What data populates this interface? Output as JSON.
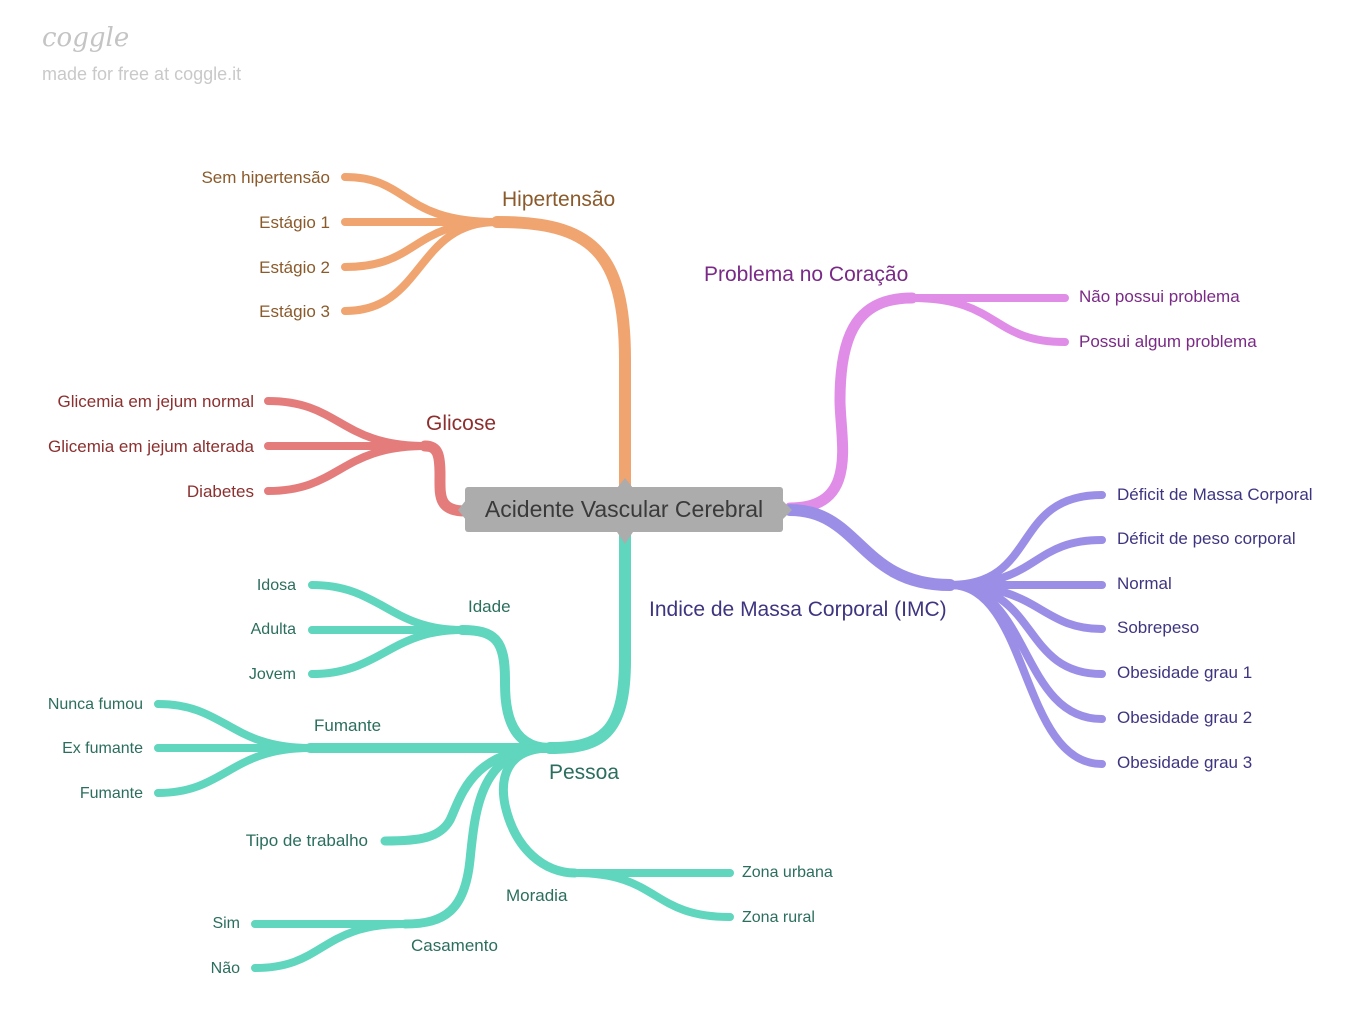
{
  "watermark": {
    "logo": "coggle",
    "tagline": "made for free at coggle.it"
  },
  "root": "Acidente Vascular Cerebral",
  "branches": {
    "hipertensao": {
      "label": "Hipertensão",
      "color": "#f0a46f",
      "text_color": "#8a5a2b",
      "children": [
        "Sem hipertensão",
        "Estágio 1",
        "Estágio 2",
        "Estágio 3"
      ]
    },
    "glicose": {
      "label": "Glicose",
      "color": "#e47c7c",
      "text_color": "#8b2f2f",
      "children": [
        "Glicemia em jejum normal",
        "Glicemia em jejum alterada",
        "Diabetes"
      ]
    },
    "coracao": {
      "label": "Problema no Coração",
      "color": "#e08de8",
      "text_color": "#7a2a86",
      "children": [
        "Não possui problema",
        "Possui algum problema"
      ]
    },
    "imc": {
      "label": "Indice de Massa Corporal (IMC)",
      "color": "#9b8ee6",
      "text_color": "#3e3580",
      "children": [
        "Déficit de Massa Corporal",
        "Déficit de peso corporal",
        "Normal",
        "Sobrepeso",
        "Obesidade grau 1",
        "Obesidade grau 2",
        "Obesidade grau 3"
      ]
    },
    "pessoa": {
      "label": "Pessoa",
      "color": "#5fd6bd",
      "text_color": "#2b6e5e",
      "idade": {
        "label": "Idade",
        "children": [
          "Idosa",
          "Adulta",
          "Jovem"
        ]
      },
      "fumante": {
        "label": "Fumante",
        "children": [
          "Nunca fumou",
          "Ex fumante",
          "Fumante"
        ]
      },
      "trabalho": {
        "label": "Tipo de trabalho"
      },
      "moradia": {
        "label": "Moradia",
        "children": [
          "Zona urbana",
          "Zona rural"
        ]
      },
      "casamento": {
        "label": "Casamento",
        "children": [
          "Sim",
          "Não"
        ]
      }
    }
  }
}
